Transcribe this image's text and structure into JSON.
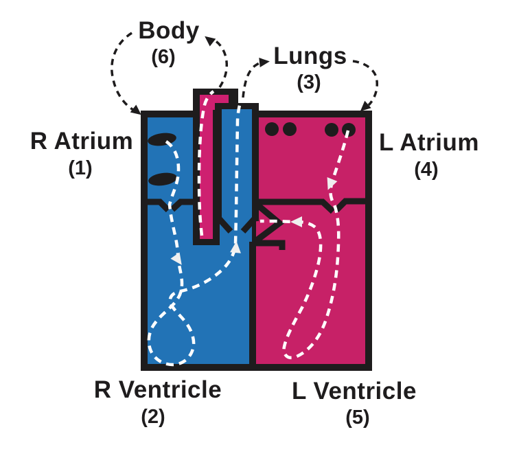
{
  "diagram": {
    "type": "heart-blood-flow-schematic",
    "labels": {
      "body": {
        "text": "Body",
        "number": "(6)"
      },
      "lungs": {
        "text": "Lungs",
        "number": "(3)"
      },
      "r_atrium": {
        "text": "R Atrium",
        "number": "(1)"
      },
      "l_atrium": {
        "text": "L Atrium",
        "number": "(4)"
      },
      "r_ventricle": {
        "text": "R Ventricle",
        "number": "(2)"
      },
      "l_ventricle": {
        "text": "L Ventricle",
        "number": "(5)"
      }
    },
    "arrows": {
      "body_to_r_atrium": "dashed-arrow-from-body-into-r-atrium",
      "aorta_to_body": "dashed-arrow-from-aorta-to-body",
      "pulmonary_to_lungs": "dashed-arrow-from-pulmonary-artery-to-lungs",
      "lungs_to_l_atrium": "dashed-arrow-from-lungs-into-l-atrium"
    },
    "colors": {
      "deoxygenated_blue": "#2273b6",
      "oxygenated_pink": "#c72167",
      "aorta_pink": "#ce2070",
      "outline_black": "#1e1c1d",
      "flow_dash_white": "#ffffff",
      "arrowhead_white": "#efefef",
      "background": "#ffffff"
    }
  }
}
